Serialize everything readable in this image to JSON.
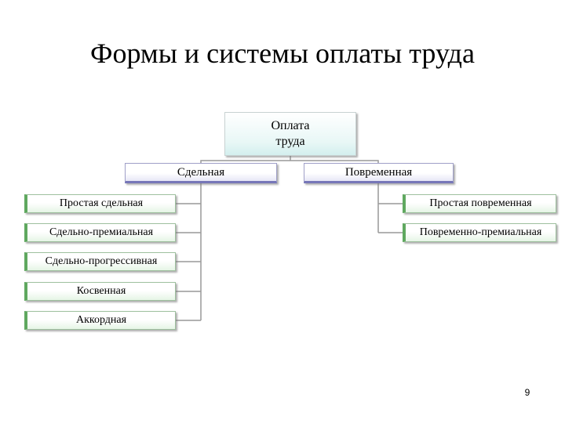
{
  "title": "Формы и системы оплаты труда",
  "root": {
    "label": "Оплата\nтруда"
  },
  "groups": [
    {
      "label": "Сдельная",
      "items": [
        "Простая сдельная",
        "Сдельно-премиальная",
        "Сдельно-прогрессивная",
        "Косвенная",
        "Аккордная"
      ]
    },
    {
      "label": "Повременная",
      "items": [
        "Простая повременная",
        "Повременно-премиальная"
      ]
    }
  ],
  "page_number": "9",
  "colors": {
    "root_fill": "#e8f7f6",
    "group_accent": "#7676b8",
    "item_accent": "#5fa85f",
    "connector": "#999999"
  }
}
